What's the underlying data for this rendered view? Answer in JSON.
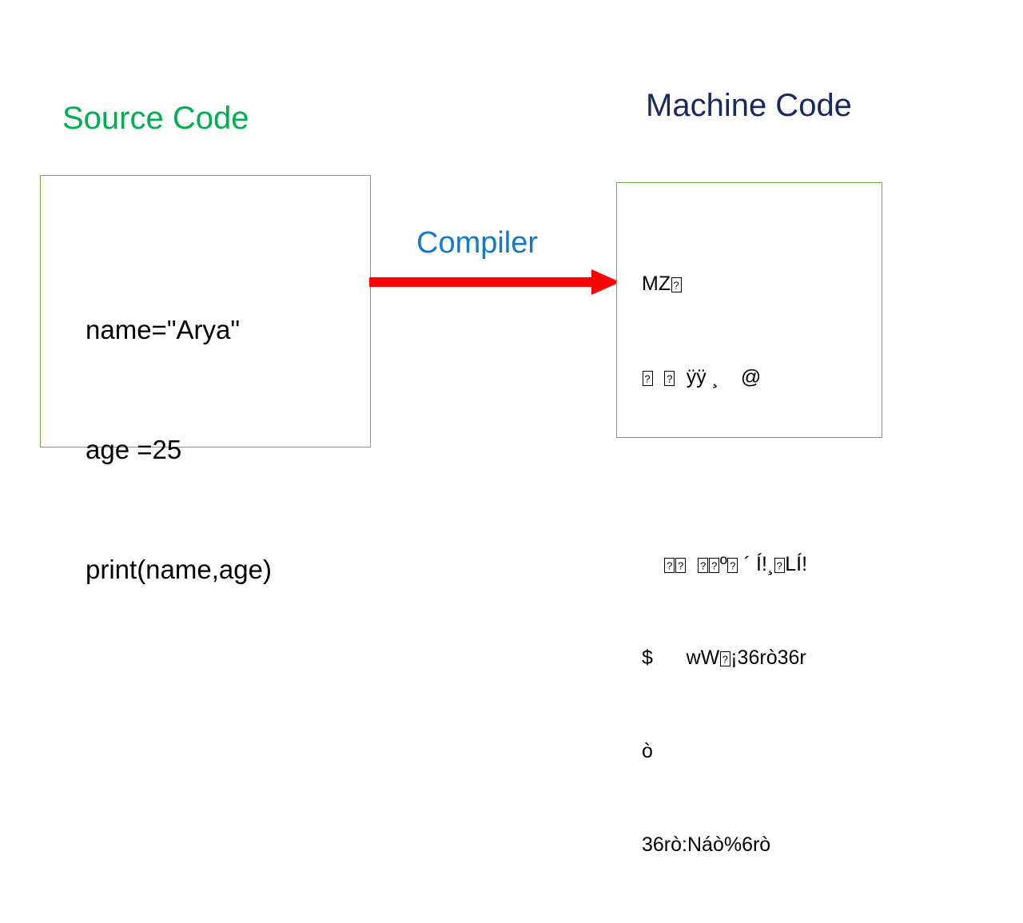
{
  "diagram": {
    "background_color": "#ffffff",
    "box_border_color": "#70ad47",
    "arrow_color": "#ff0000"
  },
  "source": {
    "title": "Source Code",
    "title_color": "#00b050",
    "code_lines": [
      "name=\"Arya\"",
      "age =25",
      "print(name,age)"
    ]
  },
  "machine": {
    "title": "Machine Code",
    "title_color": "#17295e",
    "code_lines": [
      "MZ□",
      "□  □  ÿÿ ¸    @",
      "",
      "    □□  □□º□ ´ Í!¸□LÍ!",
      "$      wW□¡36rò36r",
      "ò",
      "36rò:Náò%6rò"
    ]
  },
  "transform": {
    "label": "Compiler",
    "label_color": "#1379ce",
    "arrow_icon": "right-arrow-icon"
  }
}
